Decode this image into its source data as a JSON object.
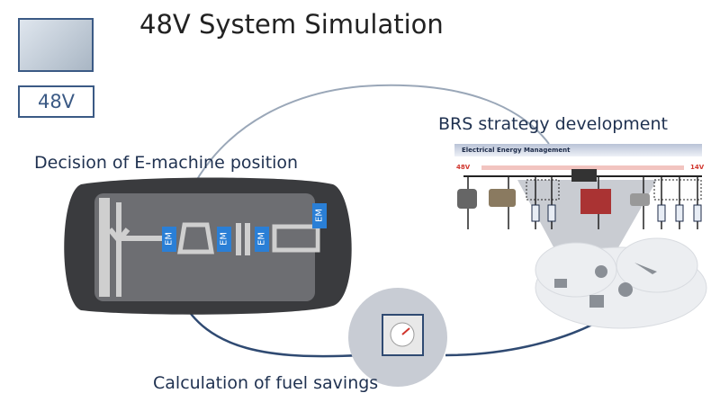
{
  "title": "48V System Simulation",
  "badge": "48V",
  "labels": {
    "emachine": "Decision of E-machine position",
    "brs": "BRS strategy development",
    "fuel": "Calculation of fuel savings"
  },
  "panel": {
    "header": "Electrical Energy Management",
    "left_voltage": "48V",
    "right_voltage": "14V"
  },
  "em_label": "EM",
  "colors": {
    "accent": "#2a7fd6",
    "line": "#3b5a85",
    "voltage": "#d0342c"
  }
}
